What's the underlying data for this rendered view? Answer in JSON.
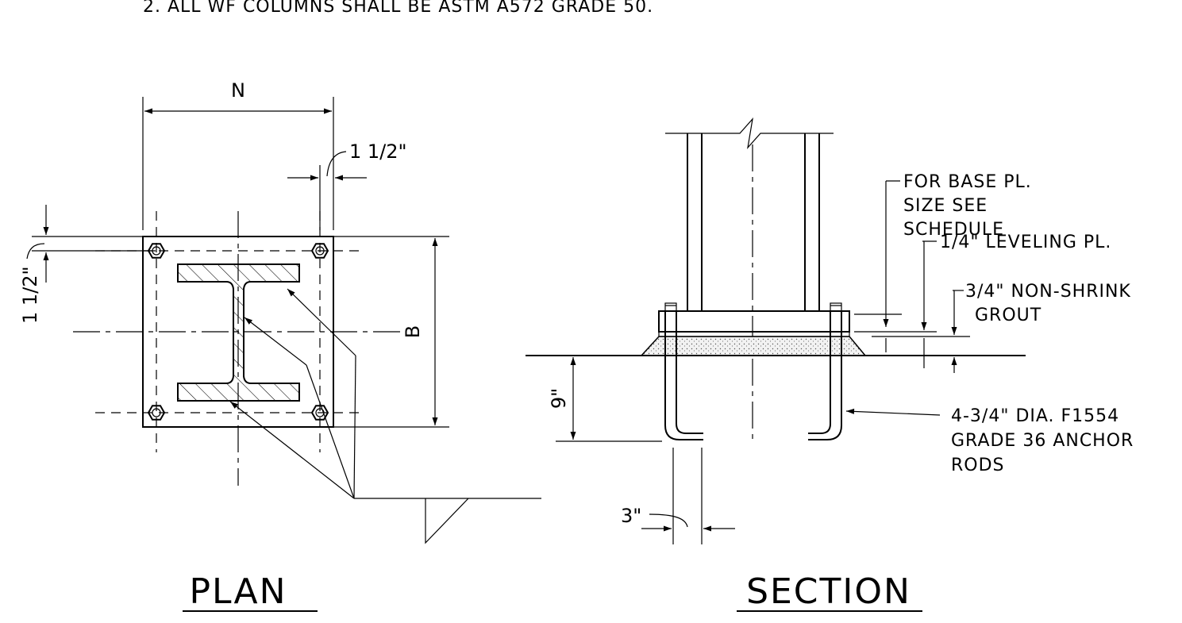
{
  "general_note": "2. ALL WF COLUMNS SHALL BE ASTM A572 GRADE 50.",
  "plan": {
    "title": "PLAN",
    "dim_width": "N",
    "dim_height": "B",
    "dim_edge_x": "1 1/2\"",
    "dim_edge_y": "1 1/2\""
  },
  "section": {
    "title": "SECTION",
    "note_base_plate": [
      "FOR BASE PL.",
      "SIZE SEE",
      "SCHEDULE"
    ],
    "note_leveling": "1/4\" LEVELING PL.",
    "note_grout": [
      "3/4\" NON-SHRINK",
      "GROUT"
    ],
    "note_anchor": [
      "4-3/4\" DIA. F1554",
      "GRADE 36 ANCHOR",
      "RODS"
    ],
    "dim_embed": "9\"",
    "dim_rod_offset": "3\""
  }
}
